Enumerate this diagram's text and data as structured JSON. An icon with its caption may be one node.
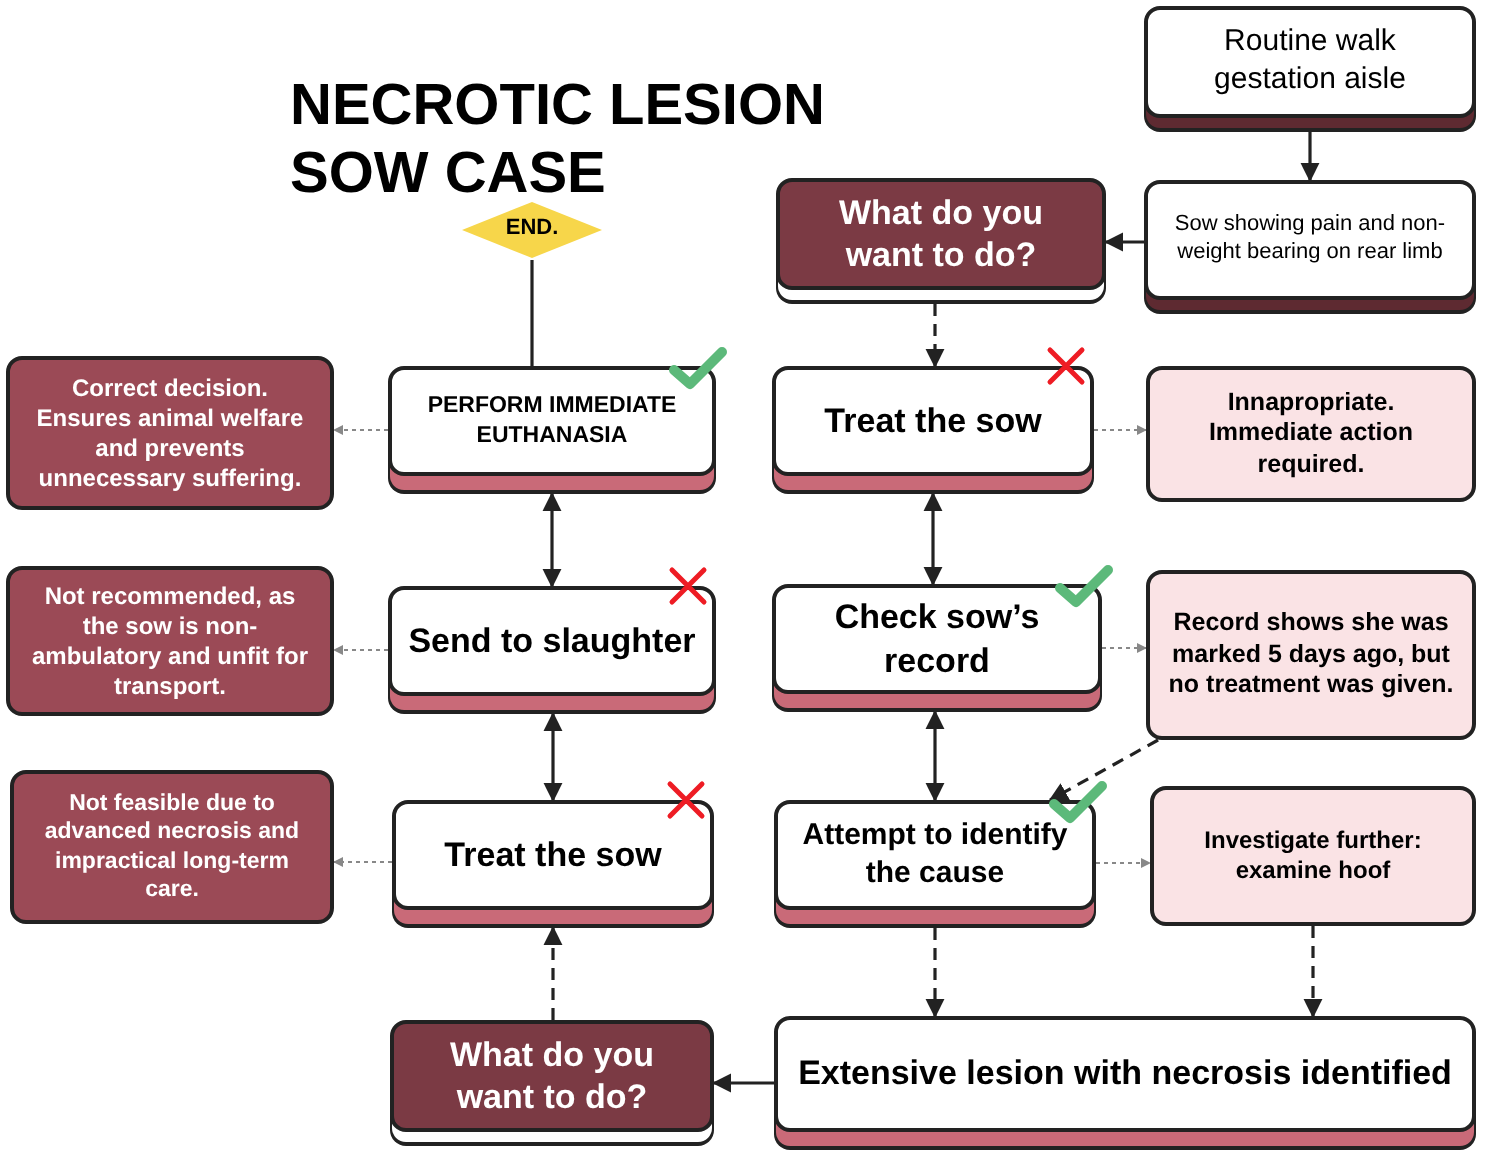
{
  "diagram": {
    "title": "NECROTIC LESION SOW CASE",
    "nodes": [
      {
        "text": [
          "Routine walk gestation aisle"
        ]
      },
      {
        "text": [
          "Sow showing pain and non-weight bearing on rear limb"
        ]
      },
      {
        "text": [
          "What do you want to do?"
        ]
      },
      {
        "text": [
          "END."
        ]
      },
      {
        "text": [
          "PERFORM IMMEDIATE EUTHANASIA"
        ]
      },
      {
        "text": [
          "Correct decision. Ensures animal welfare and prevents unnecessary suffering."
        ]
      },
      {
        "text": [
          "Treat the sow"
        ]
      },
      {
        "text": [
          "Innapropriate. Immediate action required."
        ]
      },
      {
        "text": [
          "Send to slaughter"
        ]
      },
      {
        "text": [
          "Not recommended, as the sow is non-ambulatory and unfit for transport."
        ]
      },
      {
        "text": [
          "Check sow’s record"
        ]
      },
      {
        "text": [
          "Record shows she was marked 5 days ago, but no treatment was given."
        ]
      },
      {
        "text": [
          "Treat the sow"
        ]
      },
      {
        "text": [
          "Not feasible due to advanced necrosis and impractical long-term care."
        ]
      },
      {
        "text": [
          "Attempt to identify the cause"
        ]
      },
      {
        "text": [
          "Investigate further: examine hoof"
        ]
      },
      {
        "text": [
          "Extensive lesion with necrosis identified"
        ]
      },
      {
        "text": [
          "What do you want to do?"
        ]
      }
    ],
    "edges": [
      {
        "from": 0,
        "to": 1,
        "arrow": "to"
      },
      {
        "from": 1,
        "to": 2,
        "arrow": "to"
      },
      {
        "from": 2,
        "to": 6,
        "arrow": "to",
        "style": "dashed"
      },
      {
        "from": 6,
        "to": 7,
        "arrow": "to",
        "style": "dashed",
        "color": "#888888"
      },
      {
        "from": 6,
        "to": 10,
        "arrow": "both"
      },
      {
        "from": 10,
        "to": 11,
        "arrow": "to",
        "style": "dashed",
        "color": "#888888"
      },
      {
        "from": 10,
        "to": 14,
        "arrow": "both"
      },
      {
        "from": 11,
        "to": 14,
        "arrow": "to",
        "style": "dashed"
      },
      {
        "from": 14,
        "to": 15,
        "arrow": "to",
        "style": "dashed",
        "color": "#888888"
      },
      {
        "from": 14,
        "to": 16,
        "arrow": "to",
        "style": "dashed"
      },
      {
        "from": 15,
        "to": 16,
        "arrow": "to",
        "style": "dashed"
      },
      {
        "from": 16,
        "to": 17,
        "arrow": "to"
      },
      {
        "from": 17,
        "to": 12,
        "arrow": "to",
        "style": "dashed"
      },
      {
        "from": 12,
        "to": 8,
        "arrow": "both"
      },
      {
        "from": 8,
        "to": 4,
        "arrow": "both"
      },
      {
        "from": 4,
        "to": 3,
        "arrow": "none"
      },
      {
        "from": 4,
        "to": 5,
        "arrow": "to",
        "style": "dashed",
        "color": "#888888"
      },
      {
        "from": 8,
        "to": 9,
        "arrow": "to",
        "style": "dashed",
        "color": "#888888"
      },
      {
        "from": 12,
        "to": 13,
        "arrow": "to",
        "style": "dashed",
        "color": "#888888"
      }
    ]
  }
}
